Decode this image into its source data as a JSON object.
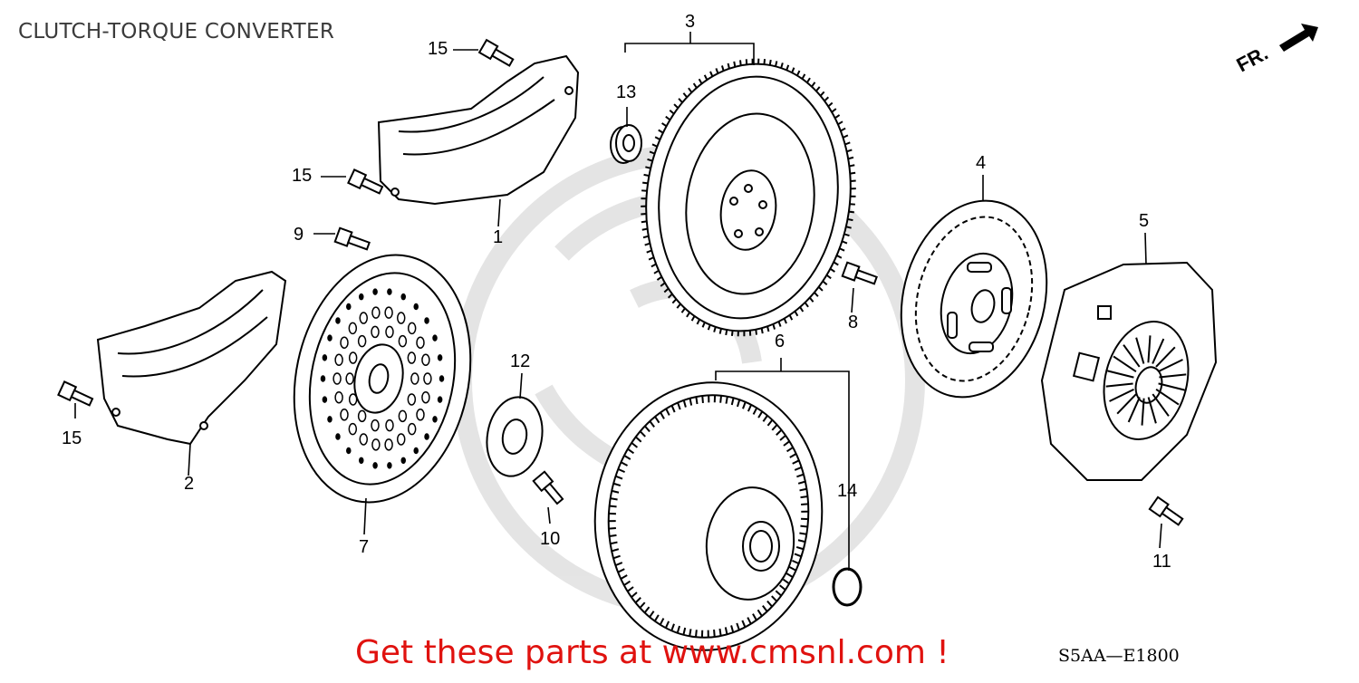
{
  "diagram": {
    "title": "CLUTCH-TORQUE CONVERTER",
    "direction_label": "FR.",
    "promo": "Get these parts at www.cmsnl.com !",
    "diagram_code": "S5AA—E1800"
  },
  "callouts": [
    {
      "id": "c1",
      "label": "1"
    },
    {
      "id": "c2",
      "label": "2"
    },
    {
      "id": "c3",
      "label": "3"
    },
    {
      "id": "c4",
      "label": "4"
    },
    {
      "id": "c5",
      "label": "5"
    },
    {
      "id": "c6",
      "label": "6"
    },
    {
      "id": "c7",
      "label": "7"
    },
    {
      "id": "c8",
      "label": "8"
    },
    {
      "id": "c9",
      "label": "9"
    },
    {
      "id": "c10",
      "label": "10"
    },
    {
      "id": "c11",
      "label": "11"
    },
    {
      "id": "c12",
      "label": "12"
    },
    {
      "id": "c13",
      "label": "13"
    },
    {
      "id": "c14",
      "label": "14"
    },
    {
      "id": "c15a",
      "label": "15"
    },
    {
      "id": "c15b",
      "label": "15"
    },
    {
      "id": "c15c",
      "label": "15"
    }
  ],
  "colors": {
    "line": "#000000",
    "promo": "#e0120f",
    "watermark": "#d8d8d8"
  },
  "icons": [
    "front-direction-arrow-icon"
  ]
}
